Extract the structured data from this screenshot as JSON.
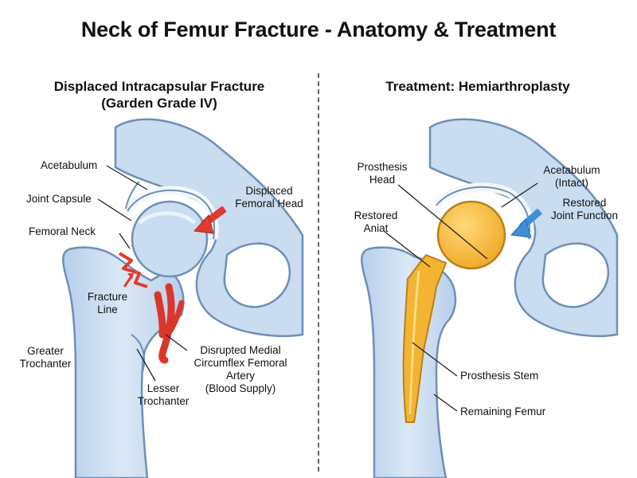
{
  "title": "Neck of Femur Fracture - Anatomy & Treatment",
  "left_panel": {
    "title_line1": "Displaced Intracapsular Fracture",
    "title_line2": "(Garden Grade IV)",
    "labels": {
      "acetabulum": "Acetabulum",
      "joint_capsule": "Joint Capsule",
      "femoral_neck": "Femoral Neck",
      "displaced_head_1": "Displaced",
      "displaced_head_2": "Femoral Head",
      "fracture_line_1": "Fracture",
      "fracture_line_2": "Line",
      "greater_troch_1": "Greater",
      "greater_troch_2": "Trochanter",
      "lesser_troch_1": "Lesser",
      "lesser_troch_2": "Trochanter",
      "artery_1": "Disrupted Medial",
      "artery_2": "Circumflex Femoral",
      "artery_3": "Artery",
      "artery_4": "(Blood Supply)"
    }
  },
  "right_panel": {
    "title": "Treatment: Hemiarthroplasty",
    "labels": {
      "prosthesis_head_1": "Prosthesis",
      "prosthesis_head_2": "Head",
      "restored_aniat_1": "Restored",
      "restored_aniat_2": "Aniat",
      "acetabulum_1": "Acetabulum",
      "acetabulum_2": "(Intact)",
      "restored_joint_1": "Restored",
      "restored_joint_2": "Joint Function",
      "prosthesis_stem": "Prosthesis Stem",
      "remaining_femur": "Remaining Femur"
    }
  },
  "colors": {
    "bone_fill": "#c9dcf0",
    "bone_outline": "#6f8fb5",
    "cartilage": "#f3f8fc",
    "fracture": "#e03b2e",
    "artery": "#d9372b",
    "prosthesis": "#f2b431",
    "arrow_blue": "#3e8fd6"
  }
}
